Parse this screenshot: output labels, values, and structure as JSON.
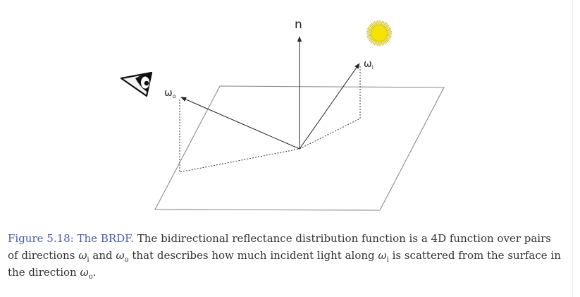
{
  "diagram": {
    "normal_label": "n",
    "incident_label": "ωi",
    "outgoing_label": "ωo",
    "incident_symbol": "ω",
    "incident_subscript": "i",
    "outgoing_symbol": "ω",
    "outgoing_subscript": "o",
    "colors": {
      "line": "#222222",
      "surface": "#888888",
      "sun_core": "#f5e200",
      "sun_rays": "#c9b800",
      "caption_label": "#4a5da8",
      "caption_text": "#333333"
    },
    "icons": [
      "eye-icon",
      "sun-icon"
    ]
  },
  "caption": {
    "label": "Figure 5.18: The BRDF.",
    "text_1": " The bidirectional reflectance distribution function is a 4D function over pairs of directions ",
    "omega": "ω",
    "sub_i": "i",
    "sub_o": "o",
    "text_2": " and ",
    "text_3": " that describes how much incident light along ",
    "text_4": " is scattered from the surface in the direction ",
    "text_5": "."
  }
}
